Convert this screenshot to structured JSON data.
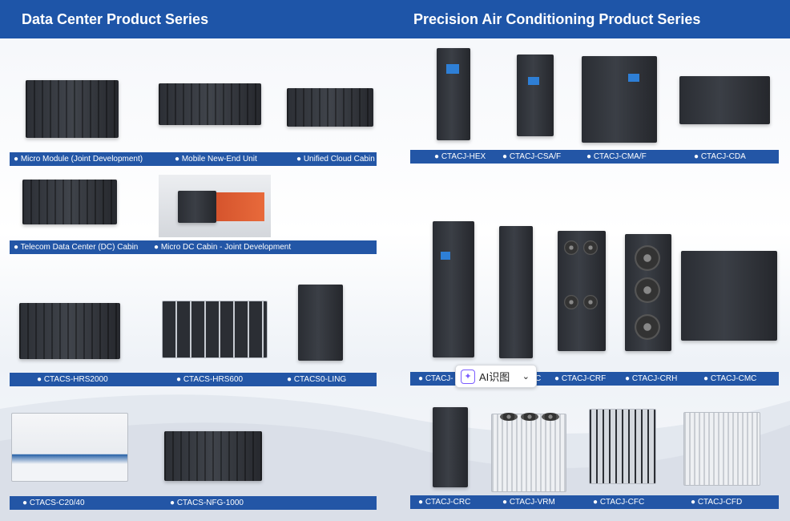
{
  "headers": {
    "left": "Data Center Product Series",
    "right": "Precision Air Conditioning Product Series"
  },
  "left": {
    "row1": [
      "● Micro Module (Joint Development)",
      "●  Mobile New-End Unit",
      "● Unified Cloud Cabin"
    ],
    "row2": [
      "● Telecom Data Center (DC) Cabin",
      "● Micro DC Cabin - Joint Development"
    ],
    "row3": [
      "● CTACS-HRS2000",
      "● CTACS-HRS600",
      "● CTACS0-LING"
    ],
    "row4": [
      "● CTACS-C20/40",
      "● CTACS-NFG-1000"
    ]
  },
  "right": {
    "row1": [
      "● CTACJ-HEX",
      "● CTACJ-CSA/F",
      "● CTACJ-CMA/F",
      "● CTACJ-CDA"
    ],
    "row2": [
      "● CTACJ-",
      "C",
      "● CTACJ-CRF",
      "● CTACJ-CRH",
      "● CTACJ-CMC"
    ],
    "row3": [
      "● CTACJ-CRC",
      "● CTACJ-VRM",
      "● CTACJ-CFC",
      "● CTACJ-CFD"
    ]
  },
  "ai_tool": {
    "label": "AI识图",
    "icon": "sparkle-icon",
    "chevron": "chevron-down-icon"
  },
  "colors": {
    "header": "#1e55a8",
    "caption": "#2356a6"
  }
}
